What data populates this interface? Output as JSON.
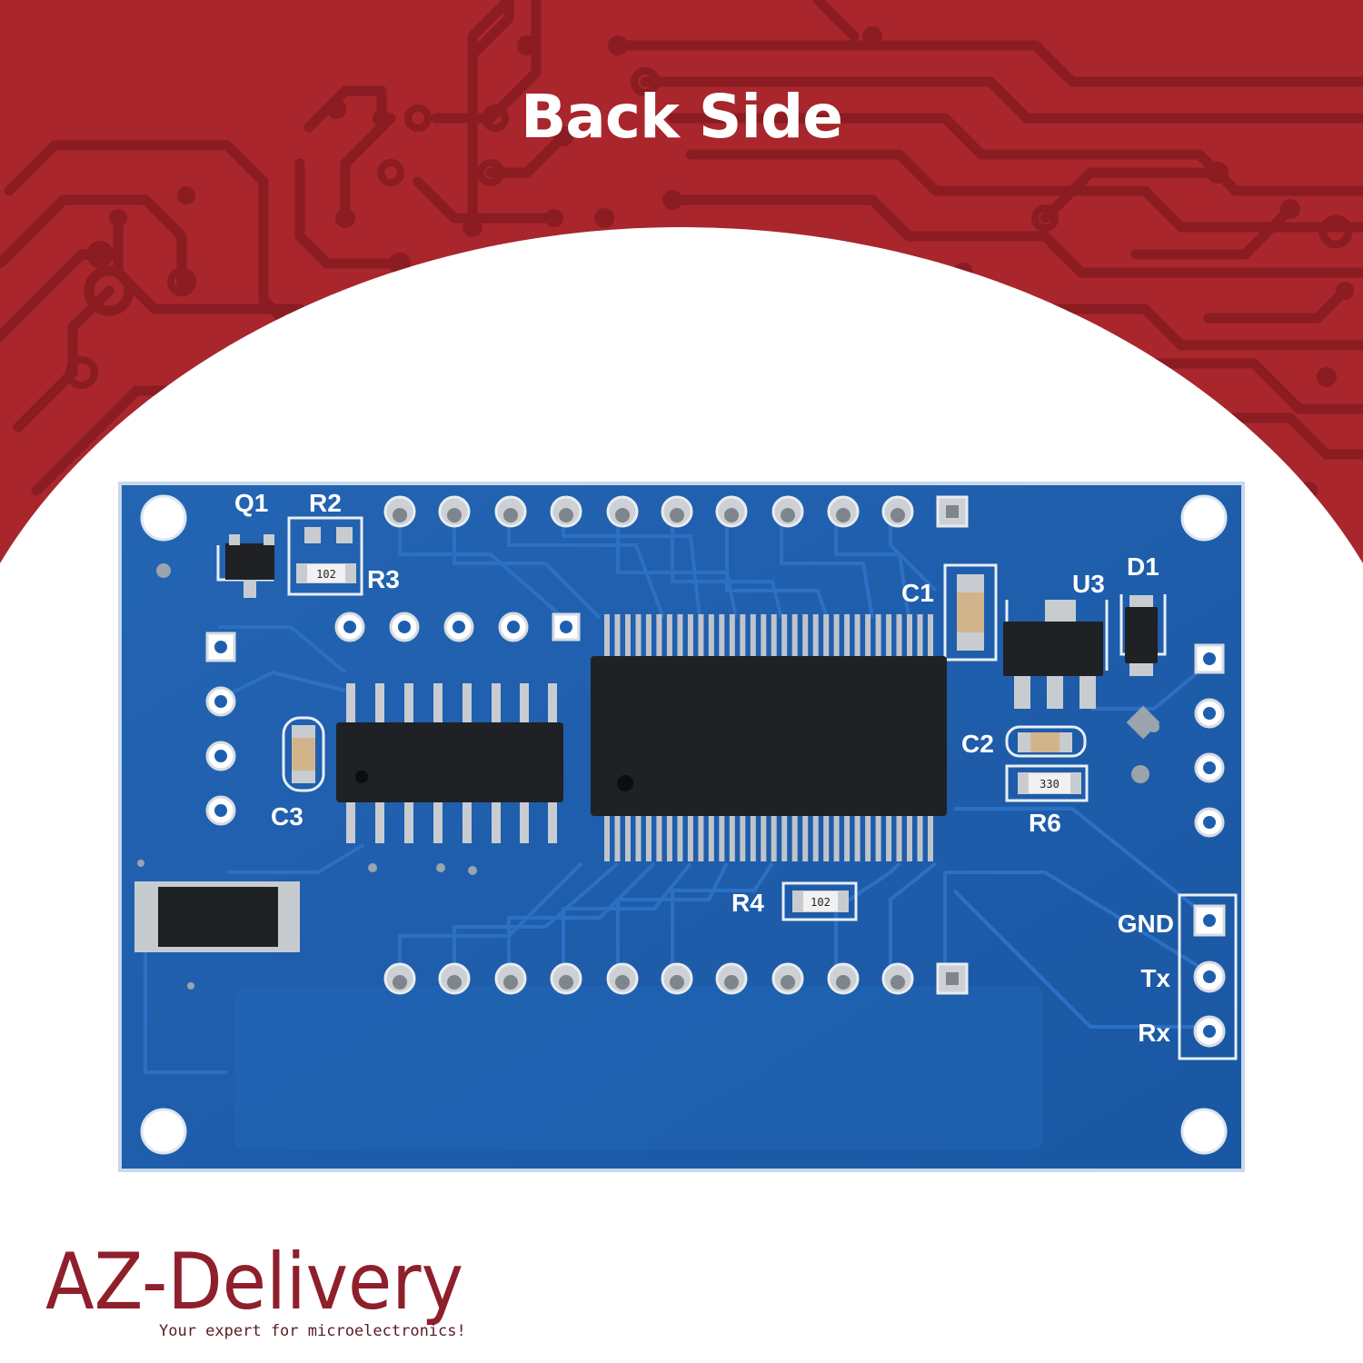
{
  "heading": "Back Side",
  "brand": {
    "name": "AZ-Delivery",
    "tagline": "Your expert for microelectronics!",
    "color": "#8e1f2b"
  },
  "colors": {
    "banner": "#a8262c",
    "trace": "#8a1c22",
    "pcb": "#1d5fae",
    "pcb_trace": "#2a6dc0",
    "pad": "#c9ccd0",
    "chip": "#222428"
  },
  "board": {
    "silkscreen": {
      "q1": "Q1",
      "r2": "R2",
      "r3": "R3",
      "c1": "C1",
      "u3": "U3",
      "d1": "D1",
      "c2": "C2",
      "c3": "C3",
      "r6": "R6",
      "r4": "R4"
    },
    "resistor_codes": {
      "r3": "102",
      "r4": "102",
      "r6": "330"
    },
    "header": {
      "gnd": "GND",
      "tx": "Tx",
      "rx": "Rx"
    }
  }
}
